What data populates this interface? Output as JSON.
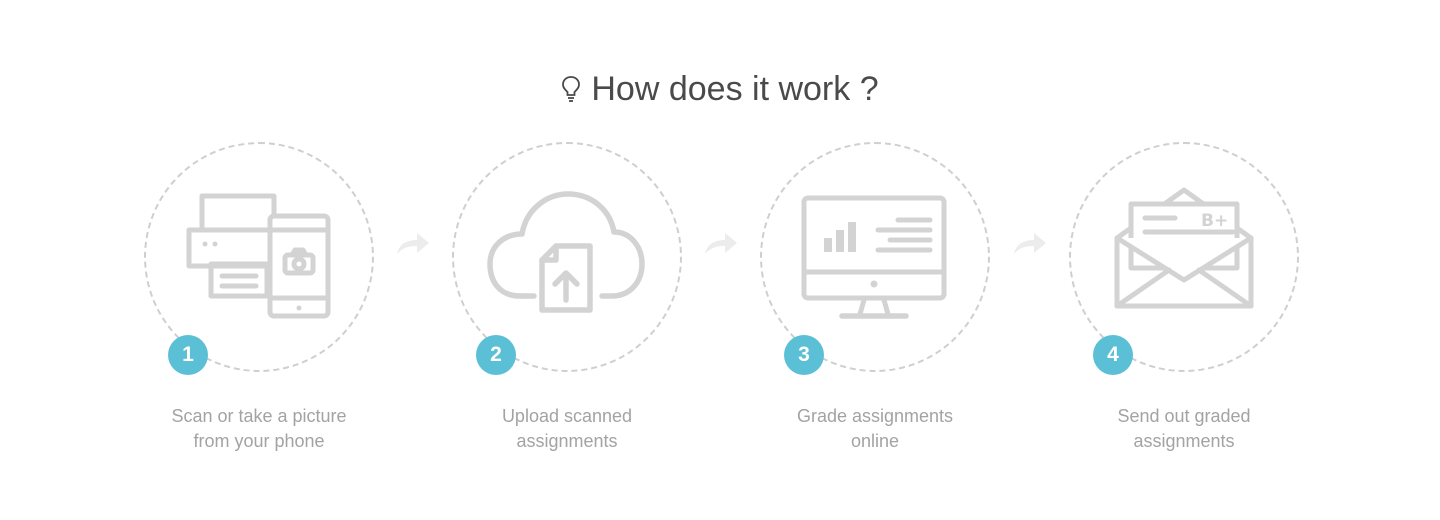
{
  "header": {
    "icon": "lightbulb-icon",
    "title": "How does it work ?"
  },
  "colors": {
    "accent": "#5bc0d6",
    "icon_gray": "#d3d3d3",
    "caption_gray": "#a3a3a3",
    "title_gray": "#4a4a4a"
  },
  "steps": [
    {
      "number": "1",
      "icon": "scanner-phone-icon",
      "line1": "Scan or take a picture",
      "line2": "from your phone"
    },
    {
      "number": "2",
      "icon": "cloud-upload-icon",
      "line1": "Upload scanned",
      "line2": "assignments"
    },
    {
      "number": "3",
      "icon": "monitor-chart-icon",
      "line1": "Grade assignments",
      "line2": "online"
    },
    {
      "number": "4",
      "icon": "graded-envelope-icon",
      "line1": "Send out graded",
      "line2": "assignments",
      "grade_mark": "B+"
    }
  ]
}
